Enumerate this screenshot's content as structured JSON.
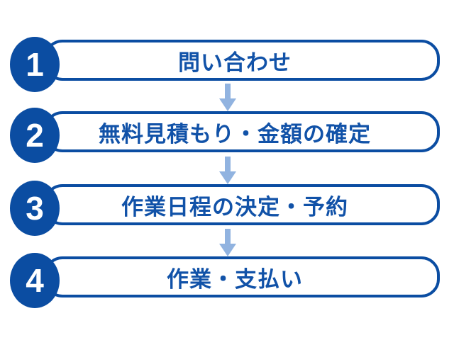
{
  "diagram": {
    "type": "flow-steps",
    "background_color": "#ffffff",
    "accent_color": "#0b4da2",
    "label_color": "#1152a8",
    "arrow_color": "#91b3e0",
    "number_color": "#ffffff",
    "steps": [
      {
        "number": "1",
        "label": "問い合わせ"
      },
      {
        "number": "2",
        "label": "無料見積もり・金額の確定"
      },
      {
        "number": "3",
        "label": "作業日程の決定・予約"
      },
      {
        "number": "4",
        "label": "作業・支払い"
      }
    ],
    "arrow_icon": "down-arrow"
  }
}
